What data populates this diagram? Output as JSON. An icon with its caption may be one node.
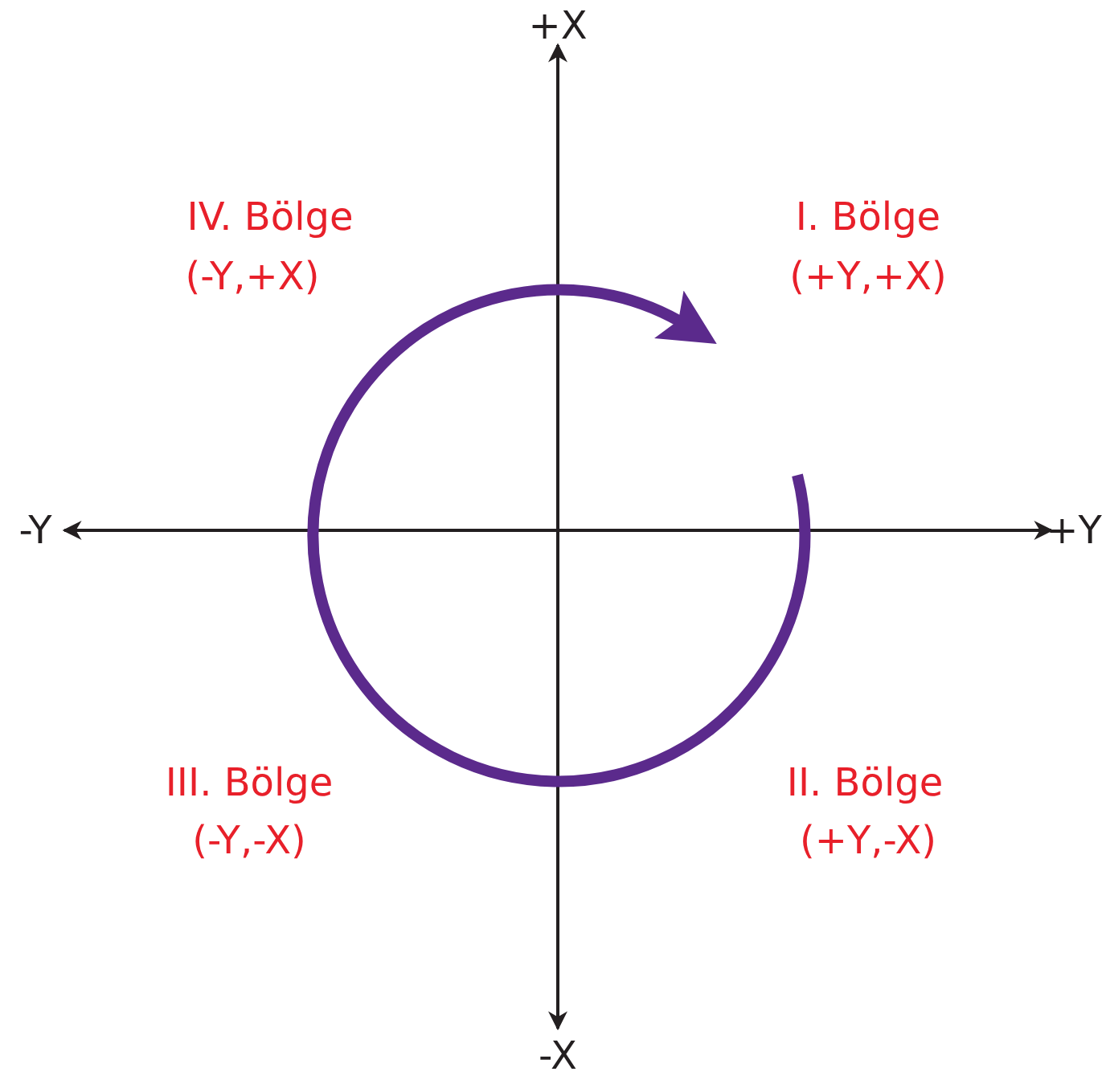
{
  "diagram": {
    "labels": [
      "+X",
      "IV. Bölge",
      "(-Y,+X)",
      "I. Bölge",
      "(+Y,+X)",
      "-Y",
      "+Y",
      "III. Bölge",
      "(-Y,-X)",
      "II. Bölge",
      "(+Y,-X)",
      "-X"
    ]
  }
}
